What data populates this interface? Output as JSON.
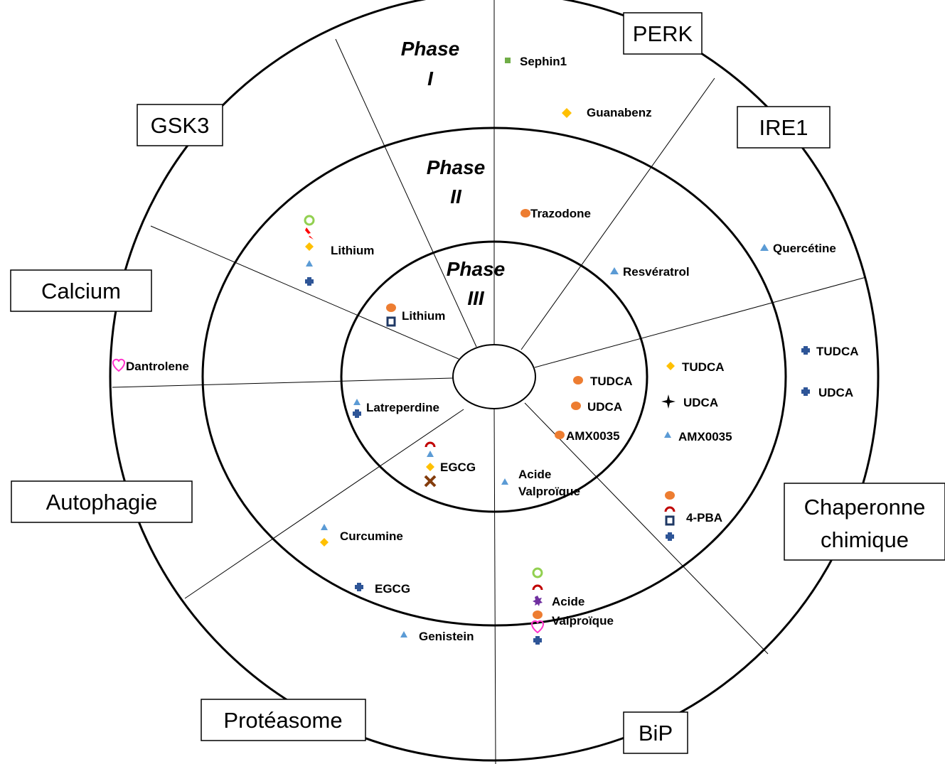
{
  "phases": {
    "phase1": [
      "Phase",
      "I"
    ],
    "phase2": [
      "Phase",
      "II"
    ],
    "phase3": [
      "Phase",
      "III"
    ]
  },
  "targets": {
    "perk": "PERK",
    "ire1": "IRE1",
    "gsk3": "GSK3",
    "calcium": "Calcium",
    "autophagie": "Autophagie",
    "chaperonne": [
      "Chaperonne",
      "chimique"
    ],
    "proteasome": "Protéasome",
    "bip": "BiP"
  },
  "drugs": {
    "sephin1": "Sephin1",
    "guanabenz": "Guanabenz",
    "trazodone": "Trazodone",
    "resveratrol": "Resvératrol",
    "quercetine": "Quercétine",
    "lithium_p2": "Lithium",
    "lithium_p3": "Lithium",
    "dantrolene": "Dantrolene",
    "tudca_outer": "TUDCA",
    "udca_outer": "UDCA",
    "tudca_p2": "TUDCA",
    "udca_p2": "UDCA",
    "amx_p2": "AMX0035",
    "tudca_p3": "TUDCA",
    "udca_p3": "UDCA",
    "amx_p3": "AMX0035",
    "pba": "4-PBA",
    "latreperdine": "Latreperdine",
    "egcg_p3": "EGCG",
    "valpro_p3": [
      "Acide",
      "Valproïque"
    ],
    "curcumine": "Curcumine",
    "egcg_p2": "EGCG",
    "genistein": "Genistein",
    "valpro_p2": [
      "Acide",
      "Valproïque"
    ]
  },
  "symbol_colors": {
    "triangle": "#5b9bd5",
    "plus": "#2e5597",
    "diamond": "#ffc000",
    "orange_dot": "#ed7d31",
    "green_square": "#70ad47",
    "green_ring": "#92d050",
    "red_arc": "#c00000",
    "navy_square": "#1f3864",
    "heart": "#ff33cc",
    "star": "#7030a0",
    "brown_cross": "#843c0c",
    "lightning": "#ff0000"
  }
}
